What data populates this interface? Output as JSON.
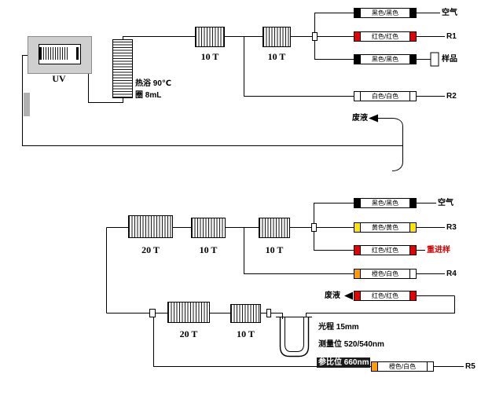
{
  "palette": {
    "line": "#000000",
    "black_tube": "#000000",
    "red_tube": "#e60000",
    "white_tube": "#ffffff",
    "yellow_tube": "#ffe600",
    "orange_tube": "#ff9d00",
    "resample_text": "#d00000",
    "reference_highlight_bg": "#1a1a1a",
    "uv_housing": "#cfcfcf"
  },
  "stage1": {
    "uv_label": "UV",
    "bath_line1": "热浴 90℃",
    "bath_line2": "圈 8mL",
    "coil1": "10 T",
    "coil2": "10 T",
    "tubes": [
      {
        "label": "黑色/黑色",
        "dest": "空气"
      },
      {
        "label": "红色/红色",
        "dest": "R1"
      },
      {
        "label": "黑色/黑色",
        "dest": "样品"
      },
      {
        "label": "白色/白色",
        "dest": "R2"
      }
    ],
    "waste": "废液"
  },
  "stage2": {
    "coil1": "20 T",
    "coil2": "10 T",
    "coil3": "10 T",
    "tubes": [
      {
        "label": "黑色/黑色",
        "dest": "空气"
      },
      {
        "label": "黄色/黄色",
        "dest": "R3"
      },
      {
        "label": "红色/红色",
        "dest": "重进样"
      },
      {
        "label": "橙色/白色",
        "dest": "R4"
      }
    ],
    "waste_tube_label": "红色/红色",
    "waste": "废液"
  },
  "stage3": {
    "coil1": "20 T",
    "coil2": "10 T",
    "detector": {
      "path_length": "光程 15mm",
      "measure": "测量位 520/540nm",
      "reference": "参比位 660nm"
    },
    "r5_tube": {
      "label": "橙色/白色",
      "dest": "R5"
    }
  }
}
